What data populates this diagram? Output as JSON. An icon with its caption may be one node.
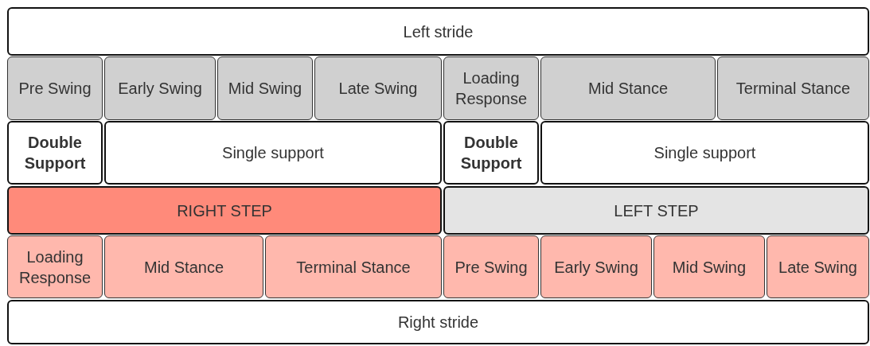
{
  "diagram": {
    "nodes": [
      {
        "text": [
          "Left stride"
        ]
      },
      {
        "text": [
          "Pre Swing"
        ]
      },
      {
        "text": [
          "Early Swing"
        ]
      },
      {
        "text": [
          "Mid Swing"
        ]
      },
      {
        "text": [
          "Late Swing"
        ]
      },
      {
        "text": [
          "Loading Response"
        ]
      },
      {
        "text": [
          "Mid Stance"
        ]
      },
      {
        "text": [
          "Terminal Stance"
        ]
      },
      {
        "text": [
          "Double Support"
        ]
      },
      {
        "text": [
          "Single support"
        ]
      },
      {
        "text": [
          "Double Support"
        ]
      },
      {
        "text": [
          "Single support"
        ]
      },
      {
        "text": [
          "RIGHT STEP"
        ]
      },
      {
        "text": [
          "LEFT STEP"
        ]
      },
      {
        "text": [
          "Loading Response"
        ]
      },
      {
        "text": [
          "Mid Stance"
        ]
      },
      {
        "text": [
          "Terminal Stance"
        ]
      },
      {
        "text": [
          "Pre Swing"
        ]
      },
      {
        "text": [
          "Early Swing"
        ]
      },
      {
        "text": [
          "Mid Swing"
        ]
      },
      {
        "text": [
          "Late Swing"
        ]
      },
      {
        "text": [
          "Right stride"
        ]
      }
    ]
  }
}
